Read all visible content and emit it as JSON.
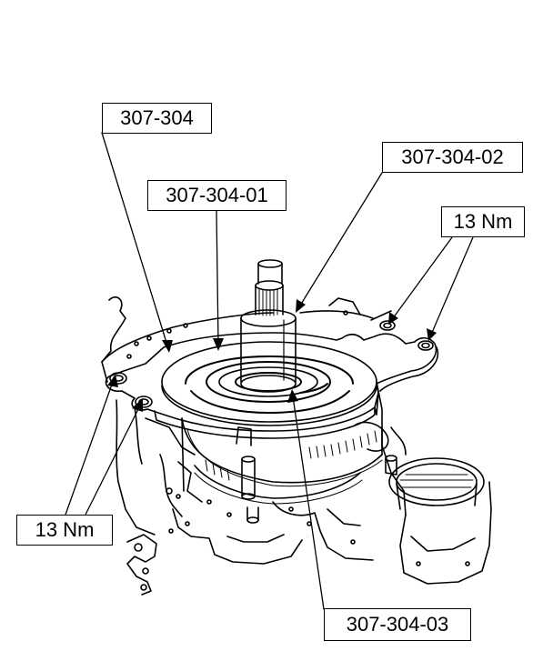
{
  "callouts": {
    "tool_main": "307-304",
    "tool_part_02": "307-304-02",
    "tool_part_01": "307-304-01",
    "torque_right": "13 Nm",
    "torque_left": "13 Nm",
    "tool_part_03": "307-304-03"
  }
}
